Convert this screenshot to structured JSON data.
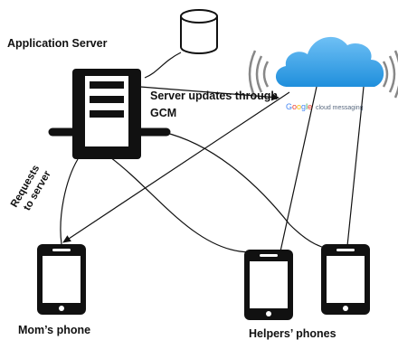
{
  "labels": {
    "app_server": "Application Server",
    "server_updates_line1": "Server updates through",
    "server_updates_line2": "GCM",
    "requests_line1": "Requests",
    "requests_line2": "to server",
    "moms_phone": "Mom’s phone",
    "helpers_phones": "Helpers’ phones"
  },
  "cloud": {
    "brand": "Google",
    "service": "cloud messaging",
    "brand_letter_colors": [
      "#4285f4",
      "#ea4335",
      "#fbbc05",
      "#4285f4",
      "#34a853",
      "#ea4335"
    ]
  },
  "colors": {
    "cloud_fill": "#2b9de8",
    "cloud_highlight": "#7cc4f4",
    "ink": "#111111",
    "signal_waves": "#888888"
  }
}
